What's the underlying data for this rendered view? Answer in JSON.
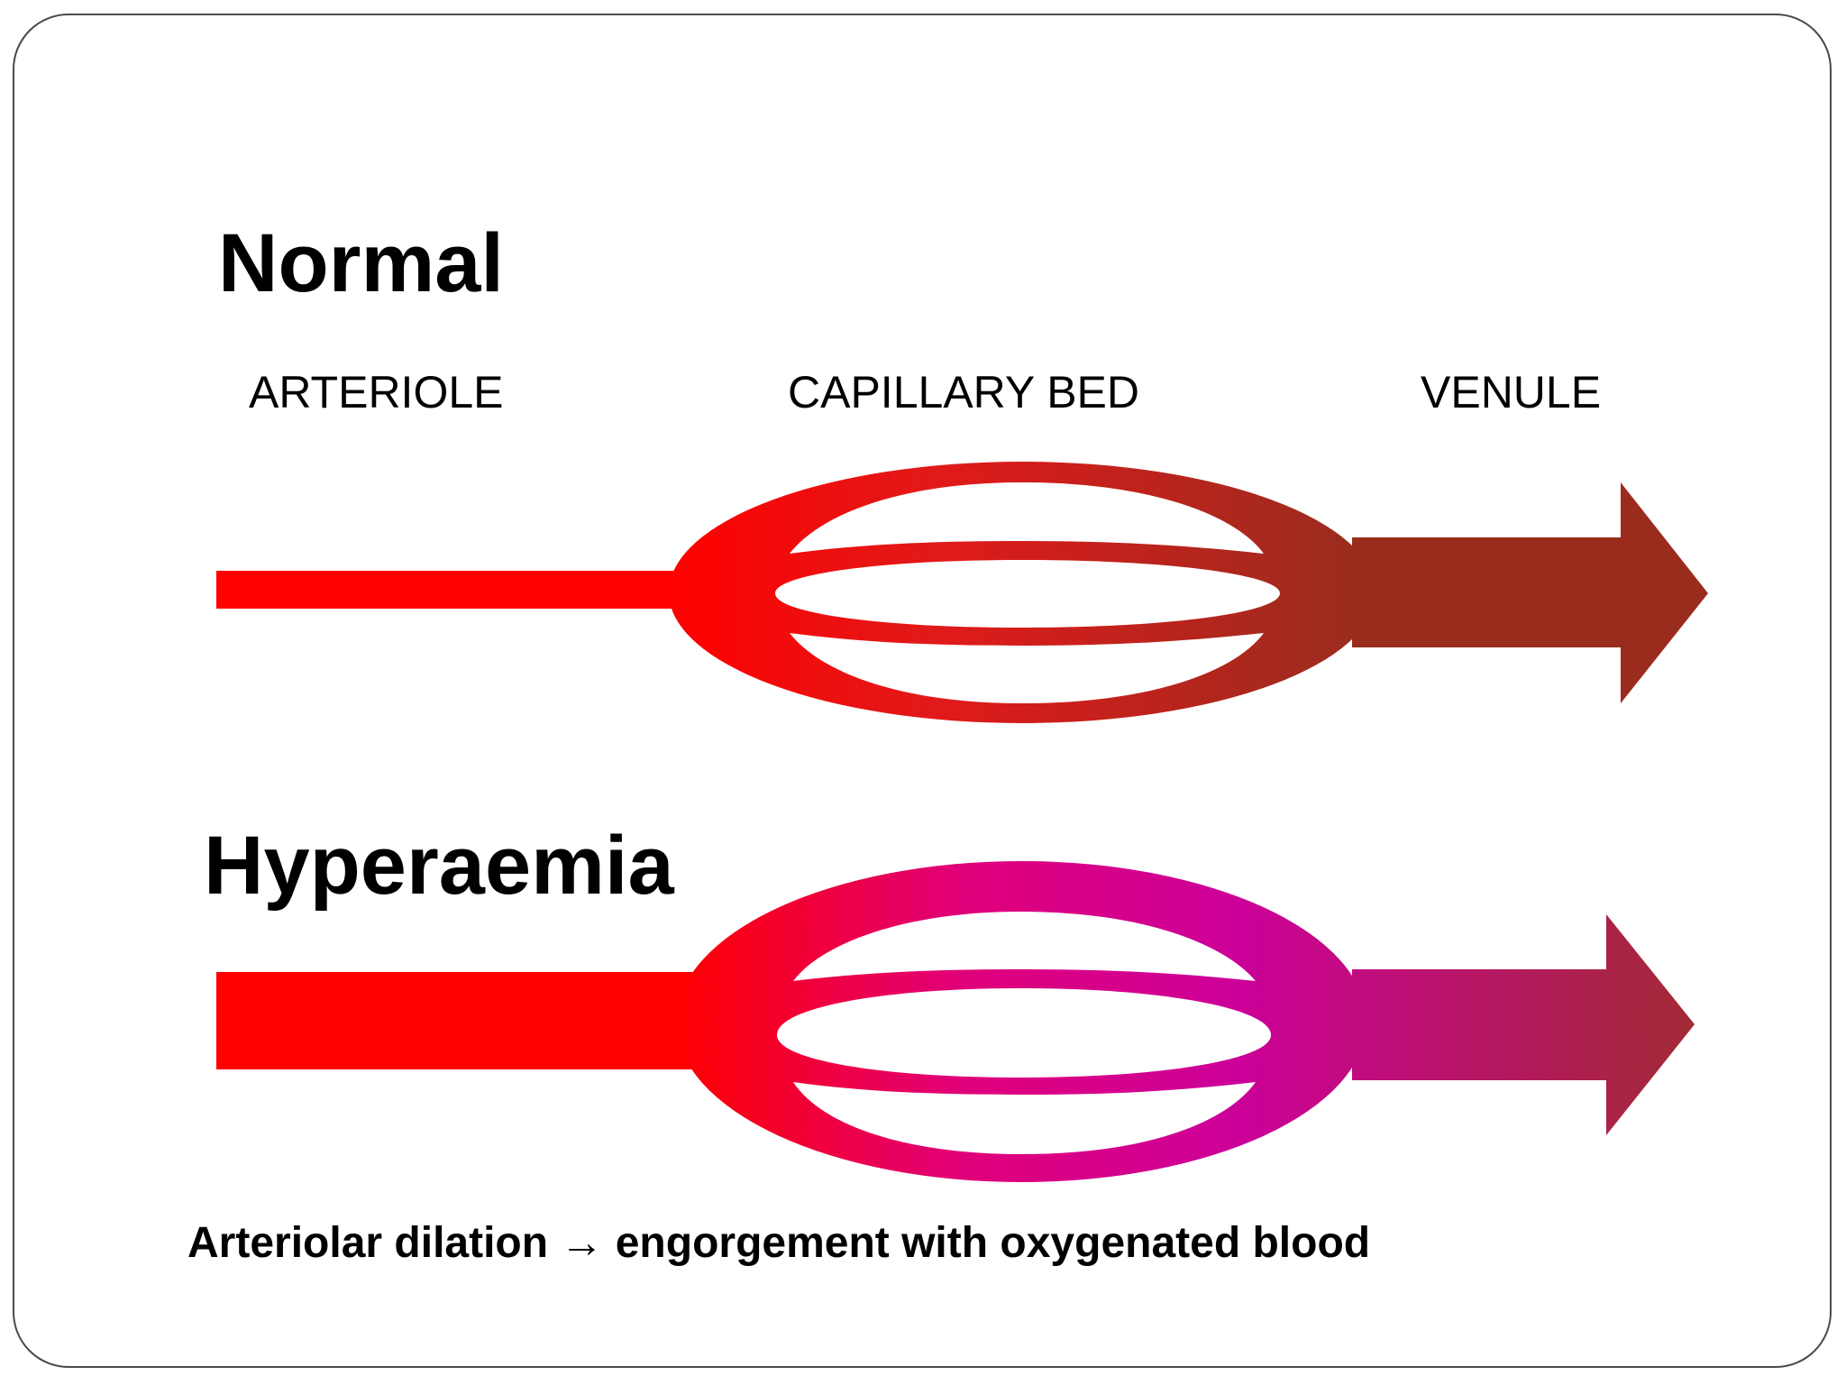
{
  "normal": {
    "title": "Normal",
    "labels": {
      "arteriole": "ARTERIOLE",
      "capillary_bed": "CAPILLARY BED",
      "venule": "VENULE"
    },
    "colors": {
      "start": "#ff0000",
      "mid": "#e01a1a",
      "end": "#9a2c1e"
    }
  },
  "hyperaemia": {
    "title": "Hyperaemia",
    "colors": {
      "start": "#ff0000",
      "mid": "#e0007a",
      "end": "#cc0099",
      "tail": "#a22a35"
    }
  },
  "caption": "Arteriolar dilation → engorgement with oxygenated blood"
}
